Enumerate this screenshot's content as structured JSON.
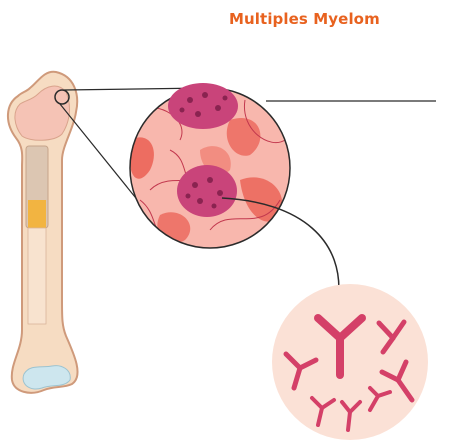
{
  "title": "Multiples Myelom",
  "colors": {
    "title": "#e8621f",
    "bone_fill": "#f6dcc2",
    "bone_outline": "#cf9a7b",
    "marrow_fill": "#f3b9ae",
    "cartilage": "#cde6ee",
    "yellow_marrow": "#f2b441",
    "tissue_bg": "#f8b7ad",
    "tissue_dark": "#ea5a4e",
    "plasma_cell": "#c9447a",
    "antibody": "#d44068",
    "antibody_bg": "#fbe1d6"
  },
  "icons": [
    "bone-illustration",
    "marrow-zoom-circle",
    "plasma-cell",
    "antibody-cluster"
  ]
}
